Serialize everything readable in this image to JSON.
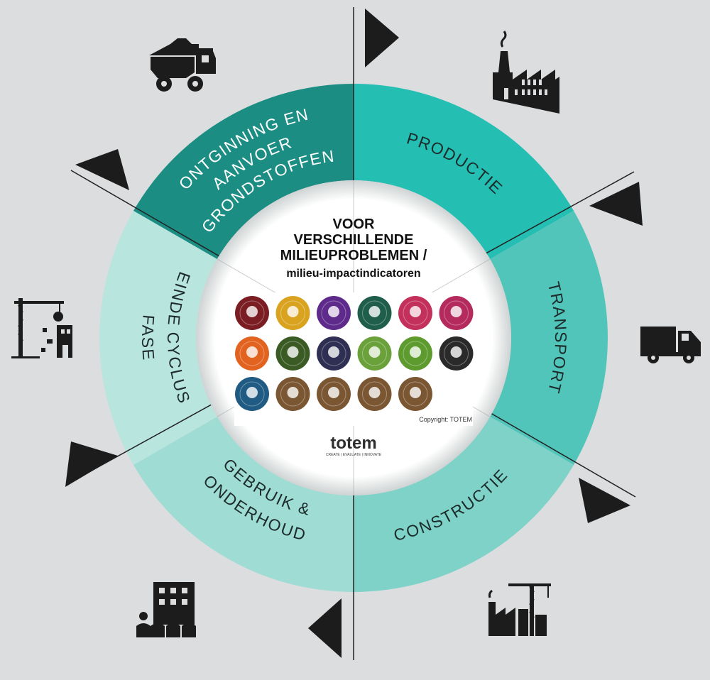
{
  "segments": [
    {
      "id": "ontginning",
      "lines": [
        "ONTGINNING EN",
        "AANVOER",
        "GRONDSTOFFEN"
      ],
      "color": "#1b8d83",
      "text_color": "#ffffff",
      "icon": "mining-truck-icon"
    },
    {
      "id": "productie",
      "lines": [
        "PRODUCTIE"
      ],
      "color": "#24bfb2",
      "text_color": "#1d2b2b",
      "icon": "factory-icon"
    },
    {
      "id": "transport",
      "lines": [
        "TRANSPORT"
      ],
      "color": "#52c5ba",
      "text_color": "#1d2b2b",
      "icon": "dump-truck-icon"
    },
    {
      "id": "constructie",
      "lines": [
        "CONSTRUCTIE"
      ],
      "color": "#7ed2c8",
      "text_color": "#1d2b2b",
      "icon": "construction-crane-icon"
    },
    {
      "id": "gebruik",
      "lines": [
        "GEBRUIK &",
        "ONDERHOUD"
      ],
      "color": "#9fdcd4",
      "text_color": "#1d2b2b",
      "icon": "building-people-icon"
    },
    {
      "id": "einde",
      "lines": [
        "EINDE CYCLUS",
        "FASE"
      ],
      "color": "#b9e5df",
      "text_color": "#1d2b2b",
      "icon": "demolition-crane-icon"
    }
  ],
  "center": {
    "title_lines": [
      "VOOR",
      "VERSCHILLENDE",
      "MILIEUPROBLEMEN /"
    ],
    "subtitle": "milieu-impactindicatoren",
    "copyright": "Copyright: TOTEM",
    "logo": "totem",
    "tagline": "CREATE | EVALUATE | INNOVATE"
  },
  "indicators": [
    [
      "#7a1e24",
      "#d9a320",
      "#5e2b8c",
      "#1f5e4a",
      "#c4305c",
      "#b52a5c"
    ],
    [
      "#e2631f",
      "#3b5b24",
      "#2e2f52",
      "#6ba13b",
      "#5d9b2f",
      "#2a2a2a"
    ],
    [
      "#1f5b82",
      "#7b5632",
      "#7b5632",
      "#7b5632",
      "#7b5632"
    ]
  ]
}
